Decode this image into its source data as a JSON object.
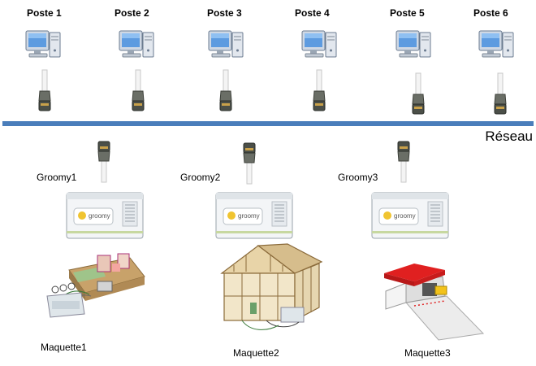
{
  "stations": [
    {
      "label": "Poste 1"
    },
    {
      "label": "Poste 2"
    },
    {
      "label": "Poste 3"
    },
    {
      "label": "Poste 4"
    },
    {
      "label": "Poste 5"
    },
    {
      "label": "Poste 6"
    }
  ],
  "network": {
    "label": "Réseau",
    "color": "#4a7ebb"
  },
  "controllers": [
    {
      "label": "Groomy1",
      "brand": "groomy"
    },
    {
      "label": "Groomy2",
      "brand": "groomy"
    },
    {
      "label": "Groomy3",
      "brand": "groomy"
    }
  ],
  "models": [
    {
      "label": "Maquette1"
    },
    {
      "label": "Maquette2"
    },
    {
      "label": "Maquette3"
    }
  ]
}
